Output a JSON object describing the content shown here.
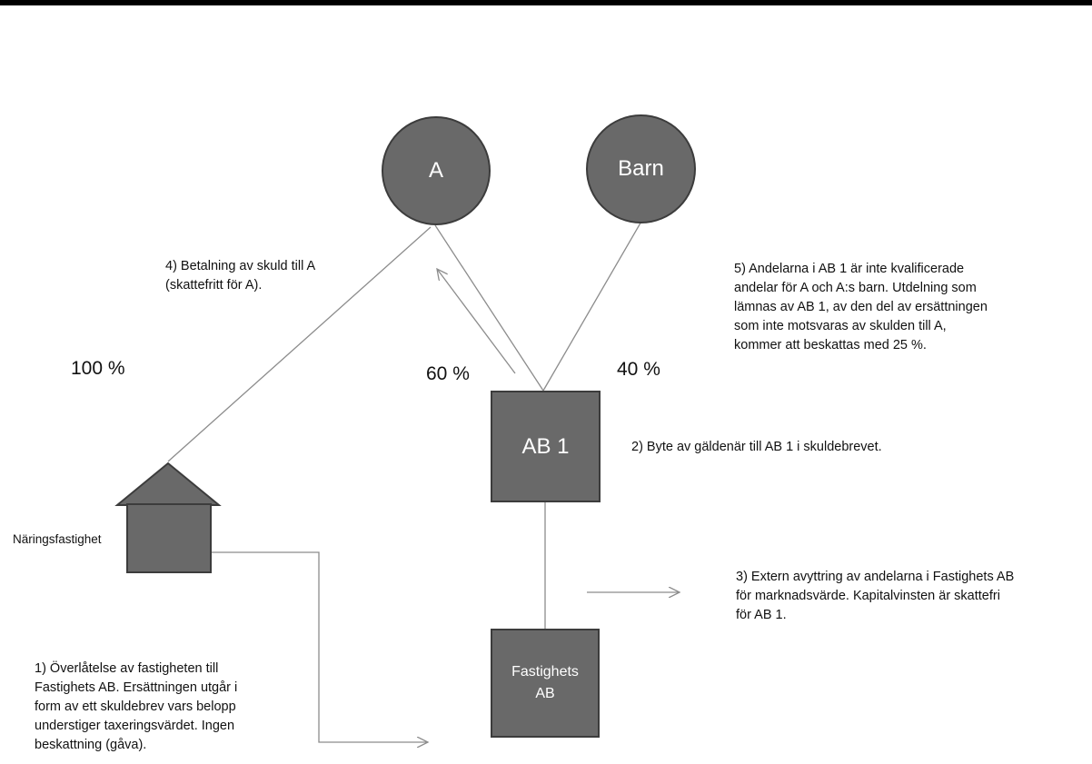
{
  "diagram": {
    "nodes": {
      "a": "A",
      "barn": "Barn",
      "ab1": "AB 1",
      "fastighets_ab": [
        "Fastighets",
        "AB"
      ],
      "house": "Näringsfastighet"
    },
    "percentages": {
      "p100": "100 %",
      "p60": "60 %",
      "p40": "40 %"
    },
    "notes": {
      "n1": [
        "1) Överlåtelse av fastigheten till",
        "Fastighets AB. Ersättningen utgår i",
        "form av ett skuldebrev vars belopp",
        "understiger taxeringsvärdet. Ingen",
        "beskattning (gåva)."
      ],
      "n2": "2) Byte av gäldenär till AB 1 i skuldebrevet.",
      "n3": [
        "3) Extern avyttring av andelarna i Fastighets AB",
        "för marknadsvärde. Kapitalvinsten är skattefri",
        "för AB 1."
      ],
      "n4": [
        "4) Betalning av skuld till A",
        "(skattefritt för A)."
      ],
      "n5": [
        "5) Andelarna i AB 1 är inte kvalificerade",
        "andelar för A och A:s barn. Utdelning som",
        "lämnas av AB 1, av den del av ersättningen",
        "som inte motsvaras av skulden till A,",
        "kommer att beskattas med 25 %."
      ]
    },
    "colors": {
      "node_fill": "#696969",
      "node_border": "#3c3c3c",
      "line": "#8c8c8c"
    }
  }
}
